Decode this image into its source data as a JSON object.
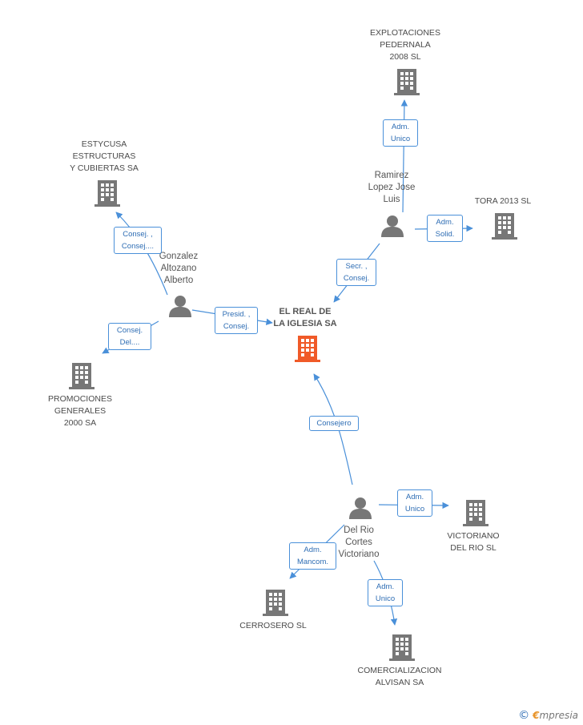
{
  "center": {
    "label": "EL REAL DE\nLA IGLESIA SA",
    "color": "#f05a28"
  },
  "companies": {
    "explotaciones": "EXPLOTACIONES\nPEDERNALA\n2008 SL",
    "estycusa": "ESTYCUSA\nESTRUCTURAS\nY CUBIERTAS SA",
    "tora": "TORA 2013  SL",
    "promociones": "PROMOCIONES\nGENERALES\n2000 SA",
    "victoriano": "VICTORIANO\nDEL RIO SL",
    "cerrosero": "CERROSERO SL",
    "comercializacion": "COMERCIALIZACION\nALVISAN SA"
  },
  "people": {
    "ramirez": "Ramirez\nLopez Jose\nLuis",
    "gonzalez": "Gonzalez\nAltozano\nAlberto",
    "delrio": "Del Rio\nCortes\nVictoriano"
  },
  "edges": {
    "adm_unico_explotaciones": "Adm.\nUnico",
    "adm_solid_tora": "Adm.\nSolid.",
    "secr_consej": "Secr. ,\nConsej.",
    "consej_estycusa": "Consej. ,\nConsej....",
    "presid_consej": "Presid. ,\nConsej.",
    "consej_del_promociones": "Consej.\nDel....",
    "consejero": "Consejero",
    "adm_unico_victoriano": "Adm.\nUnico",
    "adm_mancom_cerrosero": "Adm.\nMancom.",
    "adm_unico_comercializacion": "Adm.\nUnico"
  },
  "colors": {
    "edge": "#4a90d9",
    "company": "#777777",
    "person": "#777777"
  },
  "watermark": {
    "copyright": "©",
    "brand_first": "€",
    "brand_rest": "mpresia"
  }
}
